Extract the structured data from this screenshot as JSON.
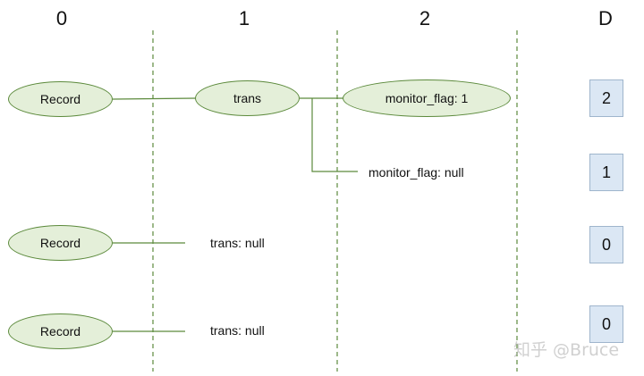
{
  "columns": {
    "col0": "0",
    "col1": "1",
    "col2": "2",
    "d": "D"
  },
  "rows": [
    {
      "nodes": [
        "Record",
        "trans",
        "monitor_flag: 1"
      ],
      "branch_label": "monitor_flag: null",
      "d": "2"
    },
    {
      "d": "1"
    },
    {
      "nodes": [
        "Record"
      ],
      "null_label": "trans: null",
      "d": "0"
    },
    {
      "nodes": [
        "Record"
      ],
      "null_label": "trans: null",
      "d": "0"
    }
  ],
  "watermark": "知乎 @Bruce",
  "colors": {
    "node_fill": "#e4efd9",
    "node_border": "#5c8a3c",
    "connector": "#5c8a3c",
    "divider": "#5c8a3c",
    "d_box_fill": "#dbe7f4",
    "d_box_border": "#9fb5cc"
  }
}
